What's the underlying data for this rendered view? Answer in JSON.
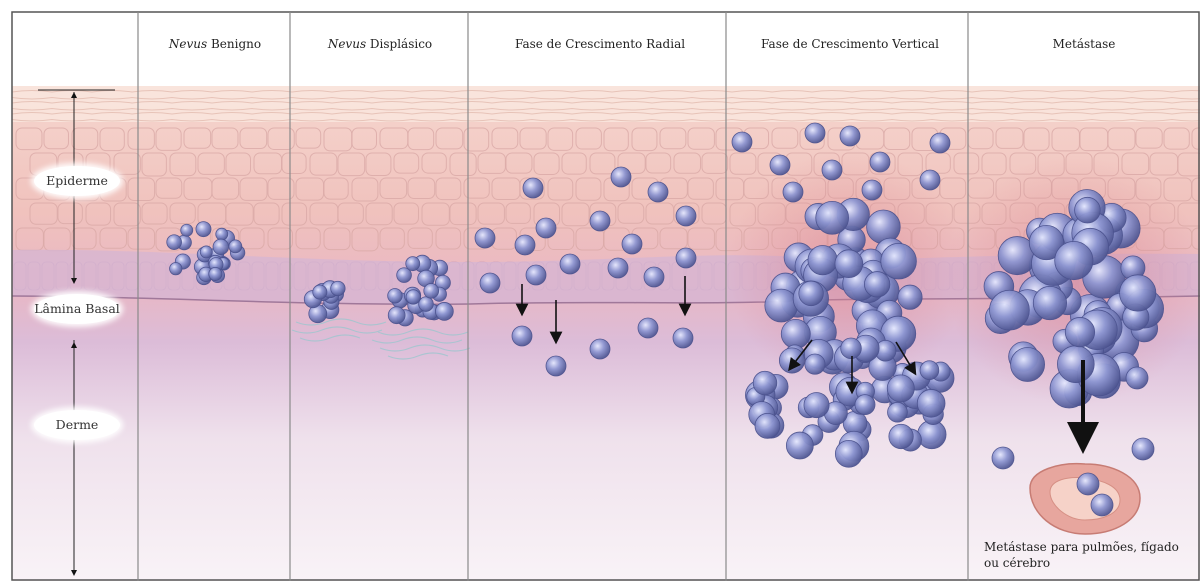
{
  "stages": [
    {
      "title_italic": "Nevus",
      "title_rest": " Benigno"
    },
    {
      "title_italic": "Nevus",
      "title_rest": " Displásico"
    },
    {
      "title_italic": "",
      "title_rest": "Fase de Crescimento Radial"
    },
    {
      "title_italic": "",
      "title_rest": "Fase de Crescimento Vertical"
    },
    {
      "title_italic": "",
      "title_rest": "Metástase"
    }
  ],
  "layers": {
    "epidermis": "Epiderme",
    "basal_lamina": "Lâmina Basal",
    "dermis": "Derme"
  },
  "metastasis_caption": "Metástase para pulmões, fígado ou cérebro",
  "colors": {
    "epidermis": "#f3c8c2",
    "dermis": "#f1e2ec",
    "cell_fill": "#7d86c4",
    "cell_stroke": "#4b528e",
    "divider": "#8a8a8a"
  }
}
